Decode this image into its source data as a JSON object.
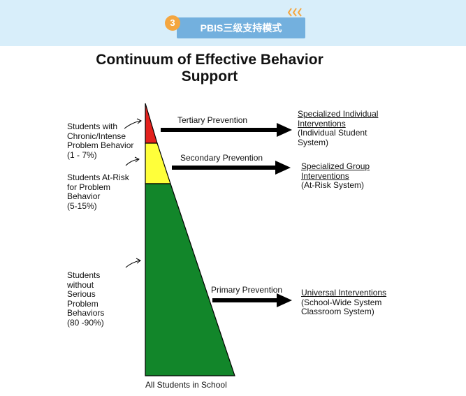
{
  "banner": {
    "step_number": "3",
    "title": "PBIS三级支持模式"
  },
  "diagram": {
    "title_line1": "Continuum of Effective Behavior",
    "title_line2": "Support",
    "tiers": [
      {
        "color": "#e3211d",
        "student_label": [
          "Students with",
          "Chronic/Intense",
          "Problem Behavior",
          "(1 - 7%)"
        ],
        "prevention": "Tertiary Prevention",
        "intervention_link": [
          "Specialized Individual",
          "Interventions"
        ],
        "intervention_detail": [
          "(Individual Student",
          "System)"
        ]
      },
      {
        "color": "#ffff3a",
        "student_label": [
          "Students At-Risk",
          "for Problem",
          "Behavior",
          "(5-15%)"
        ],
        "prevention": "Secondary  Prevention",
        "intervention_link": [
          "Specialized Group",
          "Interventions"
        ],
        "intervention_detail": [
          "(At-Risk System)"
        ]
      },
      {
        "color": "#12862a",
        "student_label": [
          "Students",
          "without",
          "Serious",
          "Problem",
          "Behaviors",
          "(80 -90%)"
        ],
        "prevention": "Primary Prevention",
        "intervention_link": [
          "Universal Interventions"
        ],
        "intervention_detail": [
          "(School-Wide System",
          "Classroom System)"
        ]
      }
    ],
    "base_label": "All Students in School"
  }
}
